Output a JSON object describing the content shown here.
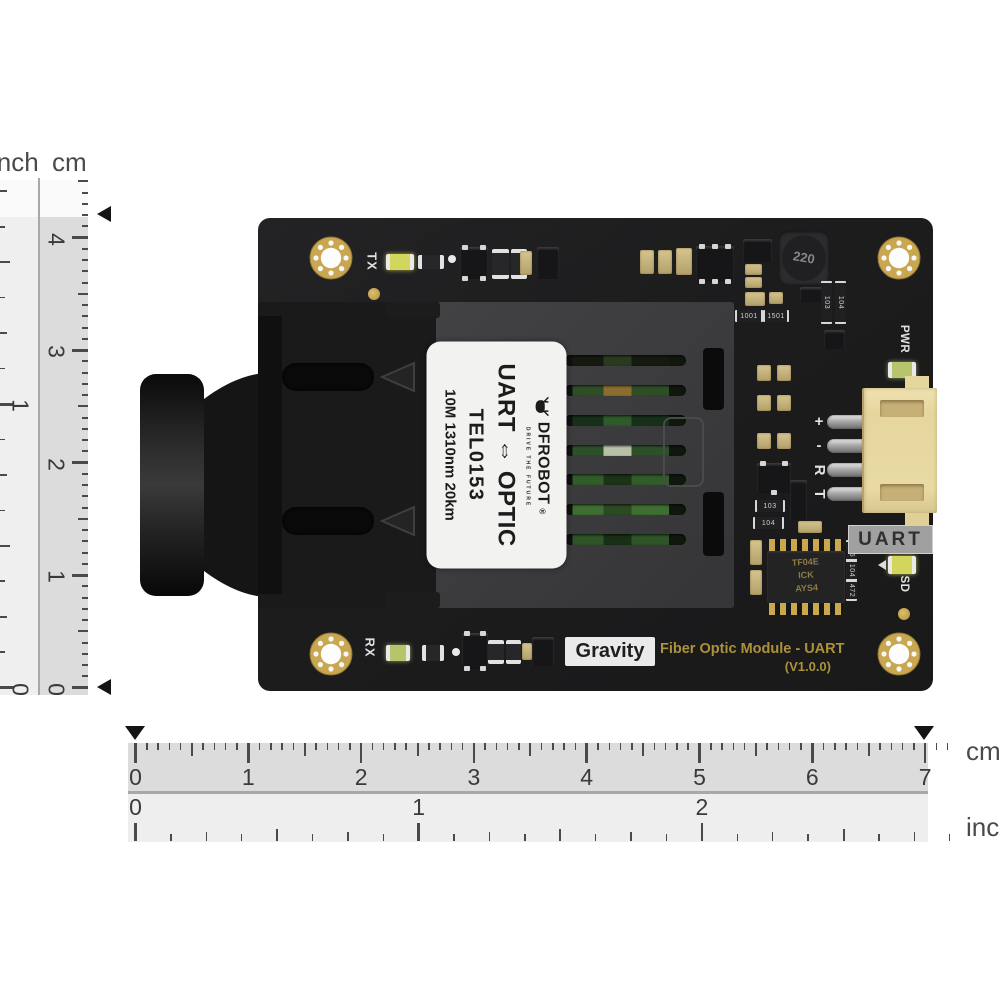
{
  "rulers": {
    "left": {
      "unit_labels": [
        "inch",
        "cm"
      ],
      "cm_numbers": [
        "0",
        "1",
        "2",
        "3",
        "4"
      ],
      "inch_numbers": [
        "0",
        "1"
      ]
    },
    "bottom": {
      "cm_numbers": [
        "0",
        "1",
        "2",
        "3",
        "4",
        "5",
        "6",
        "7"
      ],
      "inch_numbers": [
        "0",
        "1",
        "2"
      ],
      "cm_label": "cm",
      "inch_label": "inch"
    }
  },
  "board": {
    "silkscreen": {
      "tx": "TX",
      "rx": "RX",
      "pwr": "PWR",
      "sd": "SD",
      "uart_port": "UART",
      "pins": [
        "+",
        "-",
        "R",
        "T"
      ],
      "gravity": "Gravity",
      "product": "Fiber Optic Module - UART",
      "version": "(V1.0.0)"
    },
    "label": {
      "brand": "DFROBOT",
      "reg": "®",
      "tagline": "DRIVE THE FUTURE",
      "title": "UART ⇔ OPTIC",
      "model": "TEL0153",
      "spec": "10M 1310nm 20km"
    },
    "markings": {
      "inductor": "220",
      "ic_line1": "TF04E",
      "ic_line2": "ICK",
      "ic_line3": "AYS4",
      "resistors": [
        "1001",
        "1501",
        "103",
        "104",
        "105",
        "472"
      ]
    }
  },
  "colors": {
    "pcb": "#1c1c1d",
    "gold_pad": "#c9a750",
    "silk_white": "#e0e0e0",
    "silk_gold": "#ad923c",
    "led_yellow": "#d3d65c",
    "led_green": "#b7c46c",
    "connector_tan": "#e9daa4",
    "label_bg": "#f2f2f1",
    "ruler_cm_strip": "#dcdcdc",
    "ruler_inch_strip": "#eeeeee",
    "module_slot_colors": [
      {
        "base": "#151a10",
        "accent": "#2a3a1e"
      },
      {
        "base": "#2e4f26",
        "accent": "#8a6d2f"
      },
      {
        "base": "#16301a",
        "accent": "#2f5a2a"
      },
      {
        "base": "#2c5128",
        "accent": "#b9c0a8"
      },
      {
        "base": "#335c2b",
        "accent": "#1c3318"
      },
      {
        "base": "#3f6e33",
        "accent": "#2a4a22"
      },
      {
        "base": "#2f5428",
        "accent": "#173015"
      }
    ]
  }
}
